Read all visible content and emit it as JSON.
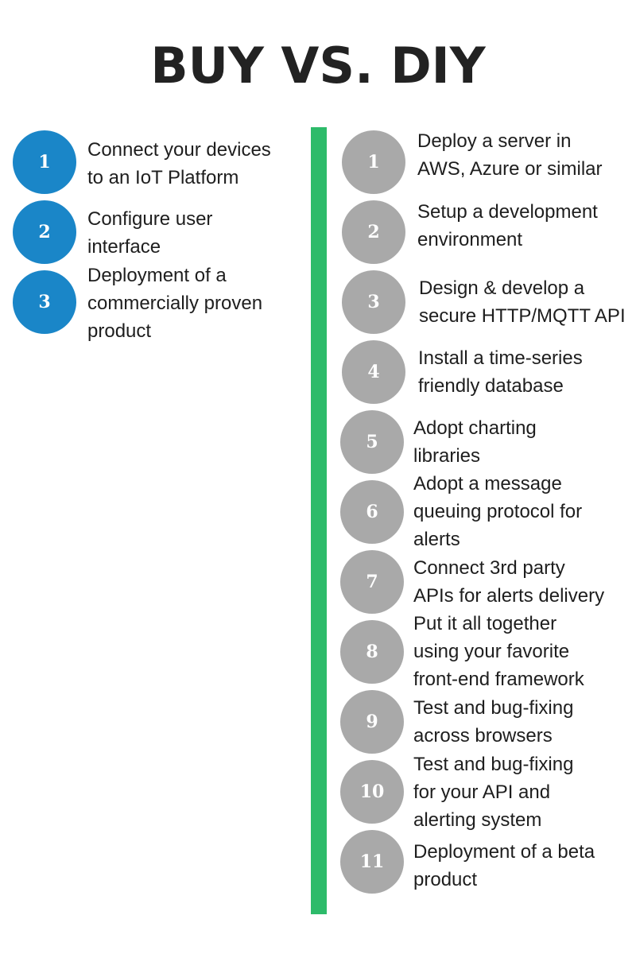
{
  "title": "BUY VS. DIY",
  "colors": {
    "buy_circle": "#1a86c8",
    "diy_circle": "#a9a9a9",
    "divider": "#2dbb6a",
    "text": "#1e1e1e",
    "title": "#222222"
  },
  "buy": {
    "steps": [
      {
        "number": "1",
        "lines": [
          "Connect your devices",
          "to an IoT Platform"
        ]
      },
      {
        "number": "2",
        "lines": [
          "Configure user",
          "interface"
        ]
      },
      {
        "number": "3",
        "lines": [
          "Deployment of a",
          "commercially proven",
          "product"
        ]
      }
    ]
  },
  "diy": {
    "steps": [
      {
        "number": "1",
        "lines": [
          "Deploy a server in",
          "AWS, Azure or similar"
        ]
      },
      {
        "number": "2",
        "lines": [
          "Setup a development",
          "environment"
        ]
      },
      {
        "number": "3",
        "lines": [
          "Design & develop a",
          "secure HTTP/MQTT API"
        ]
      },
      {
        "number": "4",
        "lines": [
          "Install a time-series",
          "friendly database"
        ]
      },
      {
        "number": "5",
        "lines": [
          "Adopt charting",
          "libraries"
        ]
      },
      {
        "number": "6",
        "lines": [
          "Adopt a message",
          "queuing protocol for",
          "alerts"
        ]
      },
      {
        "number": "7",
        "lines": [
          "Connect 3rd party",
          "APIs for alerts delivery"
        ]
      },
      {
        "number": "8",
        "lines": [
          "Put it all together",
          "using your favorite",
          "front-end framework"
        ]
      },
      {
        "number": "9",
        "lines": [
          "Test and bug-fixing",
          "across browsers"
        ]
      },
      {
        "number": "10",
        "lines": [
          "Test and bug-fixing",
          "for your API and",
          "alerting system"
        ]
      },
      {
        "number": "11",
        "lines": [
          "Deployment of a beta",
          "product"
        ]
      }
    ]
  }
}
